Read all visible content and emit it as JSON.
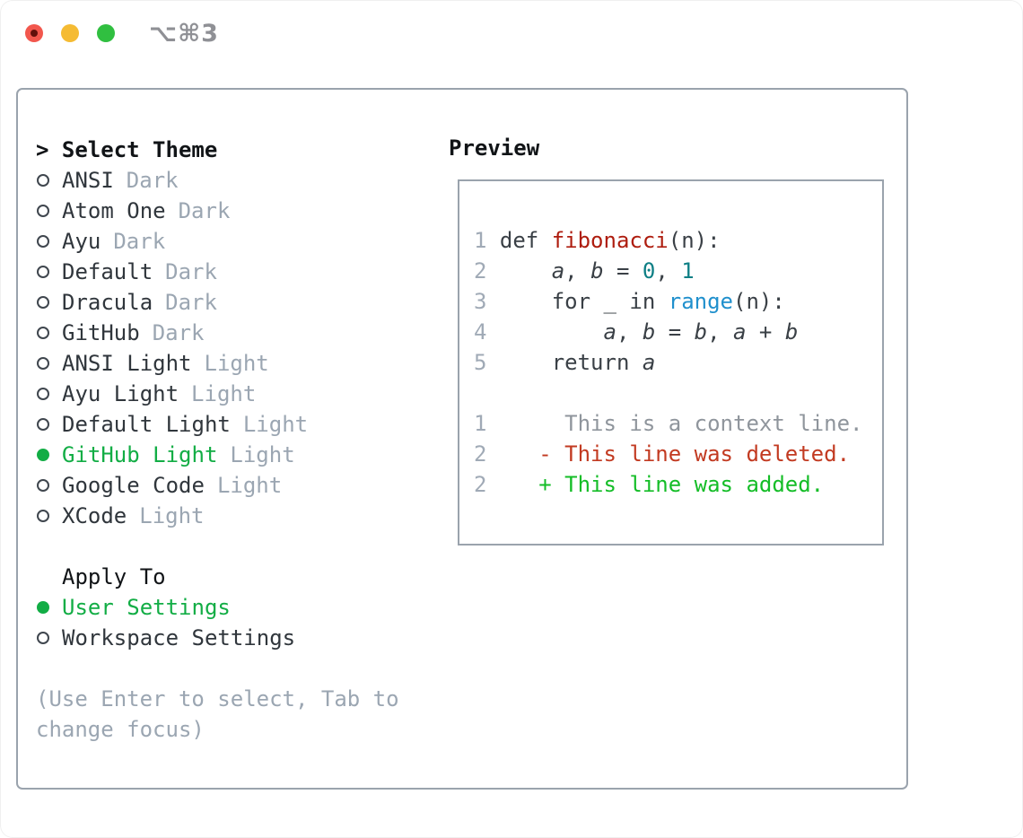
{
  "titlebar": {
    "shortcut": "⌥⌘3"
  },
  "colors": {
    "accent_green": "#12ad45",
    "traffic_red": "#f2574d",
    "traffic_red_inner": "#62100b",
    "traffic_yellow": "#f5bb33",
    "traffic_green": "#30bf40",
    "syntax_func": "#ae1d0f",
    "syntax_builtin": "#2090cd",
    "syntax_number": "#0e7f85",
    "diff_deleted": "#c23a21",
    "diff_added": "#14bd27",
    "muted_gray": "#9ba6b2",
    "text_dark": "#30363c",
    "border_gray": "#9aa3ad"
  },
  "theme_picker": {
    "prompt": "> ",
    "title": "Select Theme",
    "items": [
      {
        "slug": "ansi",
        "name": "ANSI",
        "tag": "Dark",
        "selected": false
      },
      {
        "slug": "atom-one",
        "name": "Atom One",
        "tag": "Dark",
        "selected": false
      },
      {
        "slug": "ayu",
        "name": "Ayu",
        "tag": "Dark",
        "selected": false
      },
      {
        "slug": "default",
        "name": "Default",
        "tag": "Dark",
        "selected": false
      },
      {
        "slug": "dracula",
        "name": "Dracula",
        "tag": "Dark",
        "selected": false
      },
      {
        "slug": "github",
        "name": "GitHub",
        "tag": "Dark",
        "selected": false
      },
      {
        "slug": "ansi-light",
        "name": "ANSI Light",
        "tag": "Light",
        "selected": false
      },
      {
        "slug": "ayu-light",
        "name": "Ayu Light",
        "tag": "Light",
        "selected": false
      },
      {
        "slug": "default-light",
        "name": "Default Light",
        "tag": "Light",
        "selected": false
      },
      {
        "slug": "github-light",
        "name": "GitHub Light",
        "tag": "Light",
        "selected": true
      },
      {
        "slug": "google-code",
        "name": "Google Code",
        "tag": "Light",
        "selected": false
      },
      {
        "slug": "xcode",
        "name": "XCode",
        "tag": "Light",
        "selected": false
      }
    ],
    "apply_to": {
      "title": "Apply To",
      "options": [
        {
          "slug": "user-settings",
          "name": "User Settings",
          "selected": true
        },
        {
          "slug": "workspace-settings",
          "name": "Workspace Settings",
          "selected": false
        }
      ]
    },
    "hint": "(Use Enter to select, Tab to\nchange focus)"
  },
  "preview": {
    "title": "Preview",
    "lines": [
      {
        "num": "1",
        "tokens": [
          {
            "t": " def ",
            "c": "plain"
          },
          {
            "t": "fibonacci",
            "c": "func"
          },
          {
            "t": "(n):",
            "c": "plain"
          }
        ]
      },
      {
        "num": "2",
        "tokens": [
          {
            "t": "     ",
            "c": "plain"
          },
          {
            "t": "a",
            "c": "var"
          },
          {
            "t": ", ",
            "c": "plain"
          },
          {
            "t": "b",
            "c": "var"
          },
          {
            "t": " = ",
            "c": "plain"
          },
          {
            "t": "0",
            "c": "num"
          },
          {
            "t": ", ",
            "c": "plain"
          },
          {
            "t": "1",
            "c": "num"
          }
        ]
      },
      {
        "num": "3",
        "tokens": [
          {
            "t": "     for _ in ",
            "c": "plain"
          },
          {
            "t": "range",
            "c": "builtin"
          },
          {
            "t": "(n):",
            "c": "plain"
          }
        ]
      },
      {
        "num": "4",
        "tokens": [
          {
            "t": "         ",
            "c": "plain"
          },
          {
            "t": "a",
            "c": "var"
          },
          {
            "t": ", ",
            "c": "plain"
          },
          {
            "t": "b",
            "c": "var"
          },
          {
            "t": " = ",
            "c": "plain"
          },
          {
            "t": "b",
            "c": "var"
          },
          {
            "t": ", ",
            "c": "plain"
          },
          {
            "t": "a",
            "c": "var"
          },
          {
            "t": " + ",
            "c": "plain"
          },
          {
            "t": "b",
            "c": "var"
          }
        ]
      },
      {
        "num": "5",
        "tokens": [
          {
            "t": "     return ",
            "c": "plain"
          },
          {
            "t": "a",
            "c": "var"
          }
        ]
      },
      {
        "num": "",
        "tokens": []
      },
      {
        "num": "1",
        "tokens": [
          {
            "t": "      This is a context line.",
            "c": "ctx"
          }
        ]
      },
      {
        "num": "2",
        "tokens": [
          {
            "t": "    - This line was deleted.",
            "c": "del"
          }
        ]
      },
      {
        "num": "2",
        "tokens": [
          {
            "t": "    + This line was added.",
            "c": "add"
          }
        ]
      }
    ]
  }
}
